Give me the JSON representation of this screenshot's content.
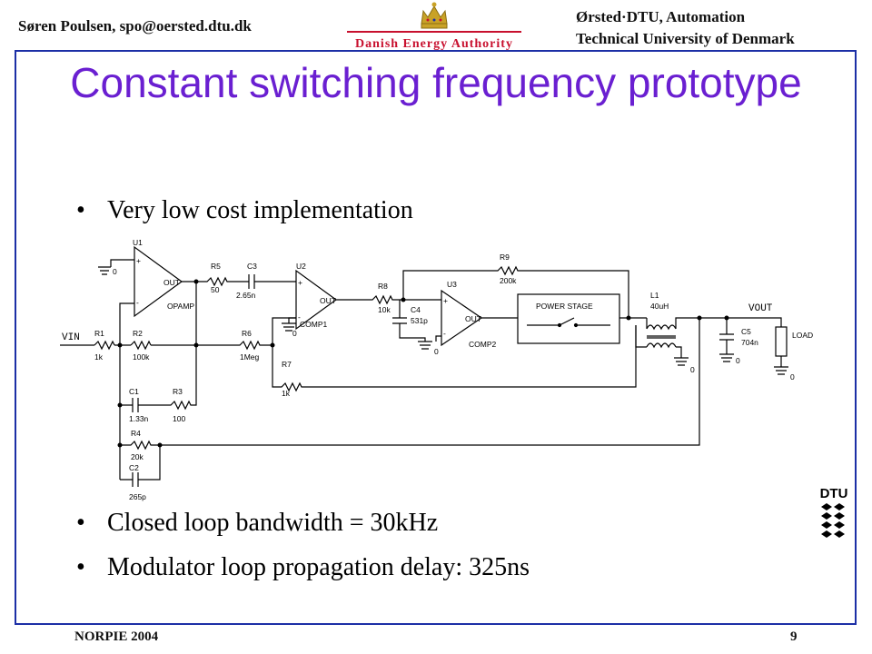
{
  "header": {
    "author": "Søren Poulsen, spo@oersted.dtu.dk",
    "logo_text": "Danish Energy Authority",
    "institution_line1": "Ørsted·DTU, Automation",
    "institution_line2": "Technical University of Denmark"
  },
  "title": "Constant switching frequency prototype",
  "bullets": [
    "Very low cost implementation",
    "Closed loop bandwidth = 30kHz",
    "Modulator loop propagation delay: 325ns"
  ],
  "schematic": {
    "parts": {
      "u1": "U1",
      "opamp": "OPAMP",
      "out1": "OUT",
      "u2": "U2",
      "comp1": "COMP1",
      "out2": "OUT",
      "u3": "U3",
      "comp2": "COMP2",
      "out3": "OUT",
      "plus": "+",
      "minus": "-",
      "r1": "R1",
      "r1v": "1k",
      "r2": "R2",
      "r2v": "100k",
      "r3": "R3",
      "r3v": "100",
      "r4": "R4",
      "r4v": "20k",
      "r5": "R5",
      "r5v": "50",
      "r6": "R6",
      "r6v": "1Meg",
      "r7": "R7",
      "r7v": "1k",
      "r8": "R8",
      "r8v": "10k",
      "r9": "R9",
      "r9v": "200k",
      "c1": "C1",
      "c1v": "1.33n",
      "c2": "C2",
      "c2v": "265p",
      "c3": "C3",
      "c3v": "2.65n",
      "c4": "C4",
      "c4v": "531p",
      "c5": "C5",
      "c5v": "704n",
      "l1": "L1",
      "l1v": "40uH",
      "power_stage": "POWER STAGE",
      "load": "LOAD",
      "zero": "0"
    },
    "nets": {
      "vin": "VIN",
      "vout": "VOUT"
    }
  },
  "footer": {
    "conference": "NORPIE 2004",
    "page": "9"
  },
  "colors": {
    "title": "#6a1fd1",
    "frame": "#1c2fa6",
    "logo_red": "#c8102e",
    "crown_gold": "#c9a227"
  }
}
